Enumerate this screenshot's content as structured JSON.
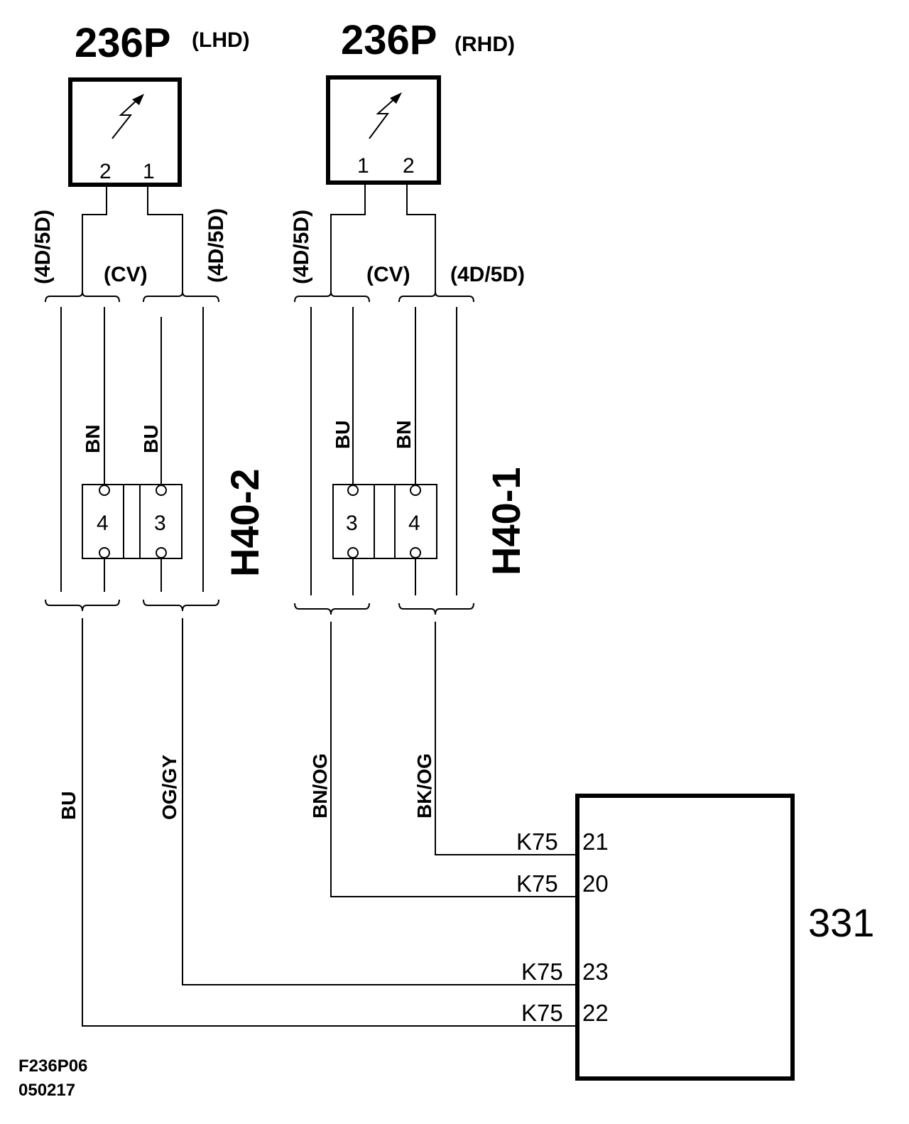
{
  "components": {
    "sensor_lhd": {
      "id": "236P",
      "variant": "(LHD)",
      "pins": [
        "2",
        "1"
      ]
    },
    "sensor_rhd": {
      "id": "236P",
      "variant": "(RHD)",
      "pins": [
        "1",
        "2"
      ]
    },
    "connector_h40_2": {
      "id": "H40-2",
      "pins": [
        "4",
        "3"
      ]
    },
    "connector_h40_1": {
      "id": "H40-1",
      "pins": [
        "3",
        "4"
      ]
    },
    "module_331": {
      "id": "331",
      "pins": [
        {
          "connector": "K75",
          "pin": "21"
        },
        {
          "connector": "K75",
          "pin": "20"
        },
        {
          "connector": "K75",
          "pin": "23"
        },
        {
          "connector": "K75",
          "pin": "22"
        }
      ]
    }
  },
  "variants": {
    "lhd_left": "(4D/5D)",
    "lhd_middle": "(CV)",
    "lhd_right": "(4D/5D)",
    "rhd_left": "(4D/5D)",
    "rhd_middle": "(CV)",
    "rhd_right": "(4D/5D)"
  },
  "wire_colors": {
    "lhd_cv_a": "BN",
    "lhd_cv_b": "BU",
    "rhd_cv_a": "BU",
    "rhd_cv_b": "BN",
    "lower_1": "BU",
    "lower_2": "OG/GY",
    "lower_3": "BN/OG",
    "lower_4": "BK/OG"
  },
  "footer": {
    "figure_id": "F236P06",
    "date": "050217"
  }
}
